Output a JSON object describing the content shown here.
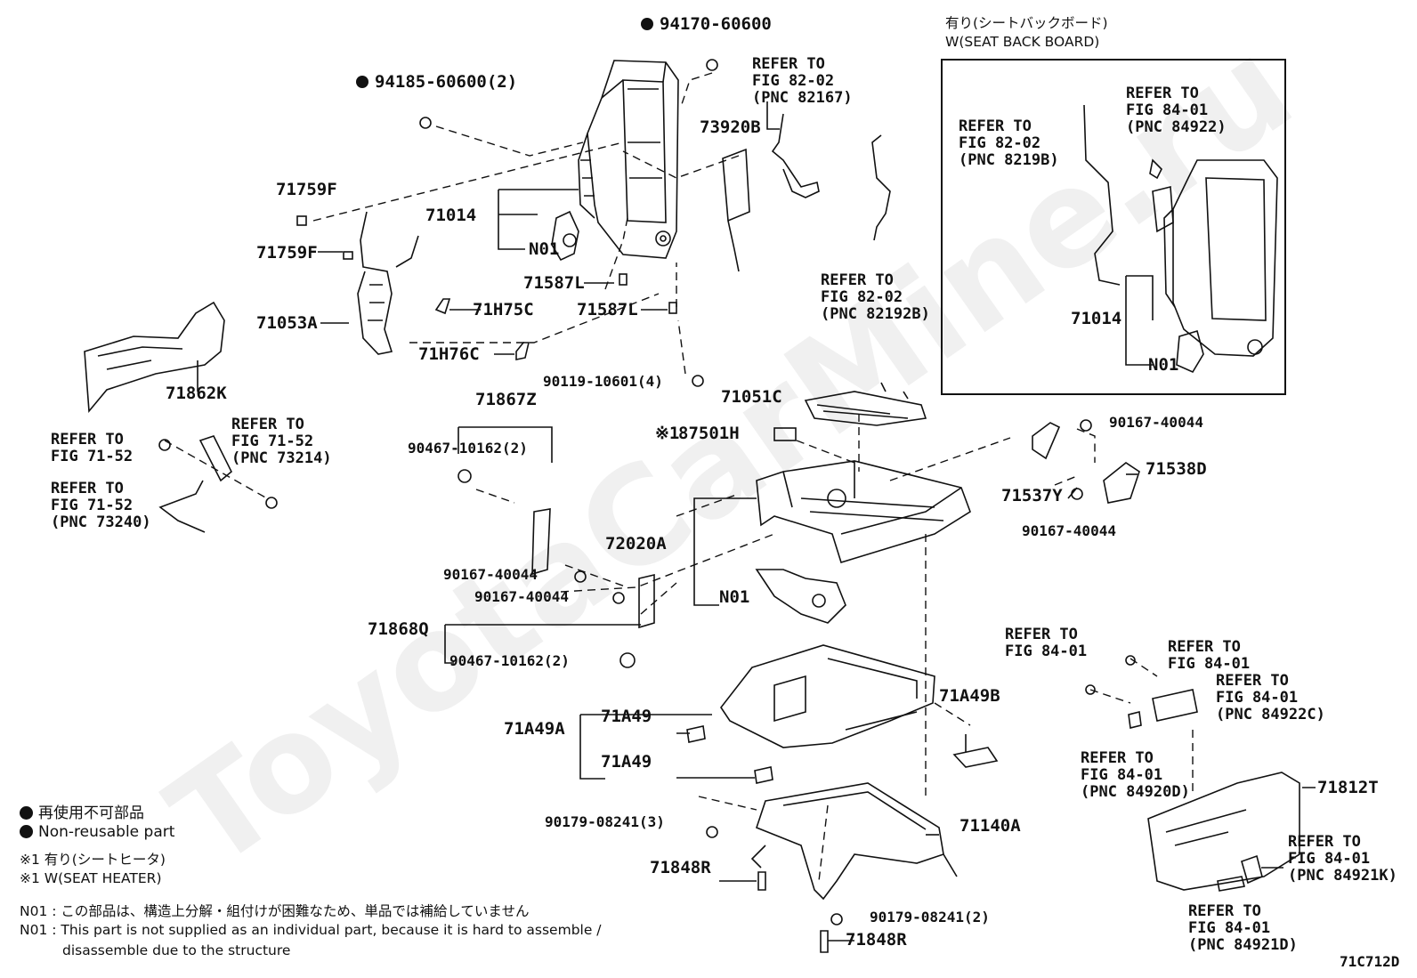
{
  "parts": {
    "p94170": "94170-60600",
    "p94185": "94185-60600(2)",
    "p71759F_a": "71759F",
    "p71759F_b": "71759F",
    "p71014": "71014",
    "p71014_n01": "N01",
    "p73920B": "73920B",
    "p71587L_a": "71587L",
    "p71587L_b": "71587L",
    "p71H75C": "71H75C",
    "p71053A": "71053A",
    "p71H76C": "71H76C",
    "p71862K": "71862K",
    "p90119": "90119-10601(4)",
    "p71051C": "71051C",
    "p71867Z": "71867Z",
    "p87501H": "87501H",
    "p87501H_mark": "※1",
    "p90467_a": "90467-10162(2)",
    "p72020A": "72020A",
    "p72020A_n01": "N01",
    "p90167_a": "90167-40044",
    "p90167_b": "90167-40044",
    "p90167_c": "90167-40044",
    "p90167_d": "90167-40044",
    "p71538D": "71538D",
    "p71537Y": "71537Y",
    "p71868Q": "71868Q",
    "p90467_b": "90467-10162(2)",
    "p71A49B": "71A49B",
    "p71A49A": "71A49A",
    "p71A49_a": "71A49",
    "p71A49_b": "71A49",
    "p90179_a": "90179-08241(3)",
    "p71140A": "71140A",
    "p71848R_a": "71848R",
    "p90179_b": "90179-08241(2)",
    "p71848R_b": "71848R",
    "p71812T": "71812T"
  },
  "refs": {
    "r82167": [
      "REFER TO",
      "FIG 82-02",
      "(PNC 82167)"
    ],
    "r82192B": [
      "REFER TO",
      "FIG 82-02",
      "(PNC 82192B)"
    ],
    "r71_52_a": [
      "REFER TO",
      "FIG 71-52"
    ],
    "r73214": [
      "REFER TO",
      "FIG 71-52",
      "(PNC 73214)"
    ],
    "r73240": [
      "REFER TO",
      "FIG 71-52",
      "(PNC 73240)"
    ],
    "r84_01_a": [
      "REFER TO",
      "FIG 84-01"
    ],
    "r84_01_b": [
      "REFER TO",
      "FIG 84-01"
    ],
    "r84922C": [
      "REFER TO",
      "FIG 84-01",
      "(PNC 84922C)"
    ],
    "r84920D": [
      "REFER TO",
      "FIG 84-01",
      "(PNC 84920D)"
    ],
    "r84921K": [
      "REFER TO",
      "FIG 84-01",
      "(PNC 84921K)"
    ],
    "r84921D": [
      "REFER TO",
      "FIG 84-01",
      "(PNC 84921D)"
    ]
  },
  "inset": {
    "title_jp": "有り(シートバックボード)",
    "title_en": "W(SEAT BACK BOARD)",
    "r8219B": [
      "REFER TO",
      "FIG 82-02",
      "(PNC 8219B)"
    ],
    "r84922": [
      "REFER TO",
      "FIG 84-01",
      "(PNC 84922)"
    ],
    "p71014": "71014",
    "p_n01": "N01"
  },
  "legend": {
    "nonreusable_jp": "再使用不可部品",
    "nonreusable_en": "Non-reusable part",
    "heater_jp": "※1 有り(シートヒータ)",
    "heater_en": "※1 W(SEAT HEATER)",
    "n01_jp": "N01 : この部品は、構造上分解・組付けが困難なため、単品では補給していません",
    "n01_en": "N01 : This part is not supplied as an individual part, because it is hard to assemble /",
    "n01_en2": "disassemble due to the structure"
  },
  "figure_code": "71C712D",
  "watermark": "ToyotaCarMine.ru"
}
